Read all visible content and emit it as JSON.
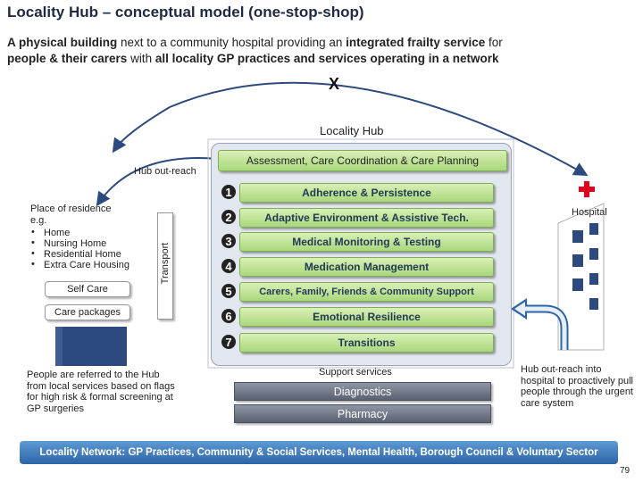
{
  "title": "Locality Hub – conceptual model (one-stop-shop)",
  "subtitle": {
    "line1_a": "A physical building",
    "line1_b": " next to a community hospital providing an ",
    "line1_c": "integrated frailty service",
    "line1_d": " for",
    "line2_a": "people & their carers",
    "line2_b": " with ",
    "line2_c": "all locality GP practices and services operating in a network"
  },
  "x_mark": "X",
  "hub": {
    "label": "Locality Hub",
    "assessment": "Assessment, Care Coordination & Care Planning",
    "items": [
      {
        "num": "1",
        "label": "Adherence & Persistence"
      },
      {
        "num": "2",
        "label": "Adaptive Environment & Assistive Tech."
      },
      {
        "num": "3",
        "label": "Medical Monitoring & Testing"
      },
      {
        "num": "4",
        "label": "Medication Management"
      },
      {
        "num": "5",
        "label": "Carers, Family, Friends & Community Support"
      },
      {
        "num": "6",
        "label": "Emotional Resilience"
      },
      {
        "num": "7",
        "label": "Transitions"
      }
    ]
  },
  "outreach_label": "Hub out-reach",
  "place": {
    "title": "Place of residence",
    "eg": "e.g.",
    "bullets": [
      "Home",
      "Nursing Home",
      "Residential Home",
      "Extra Care Housing"
    ],
    "self_care": "Self Care",
    "care_packages": "Care packages"
  },
  "transport": "Transport",
  "referred_text": "People are referred to the Hub from local services based on flags for high risk & formal screening at GP surgeries",
  "support": {
    "label": "Support services",
    "diagnostics": "Diagnostics",
    "pharmacy": "Pharmacy"
  },
  "hospital": {
    "label": "Hospital",
    "outreach_text": "Hub out-reach into hospital to proactively pull people through the urgent care system"
  },
  "network": "Locality Network: GP Practices, Community & Social Services, Mental Health, Borough Council & Voluntary Sector",
  "page_number": "79",
  "colors": {
    "title": "#1f2a44",
    "green": "#a9d77c",
    "network_blue": "#2c64a6",
    "building_blue": "#2c4a7e",
    "hospital_red": "#e0001b"
  }
}
